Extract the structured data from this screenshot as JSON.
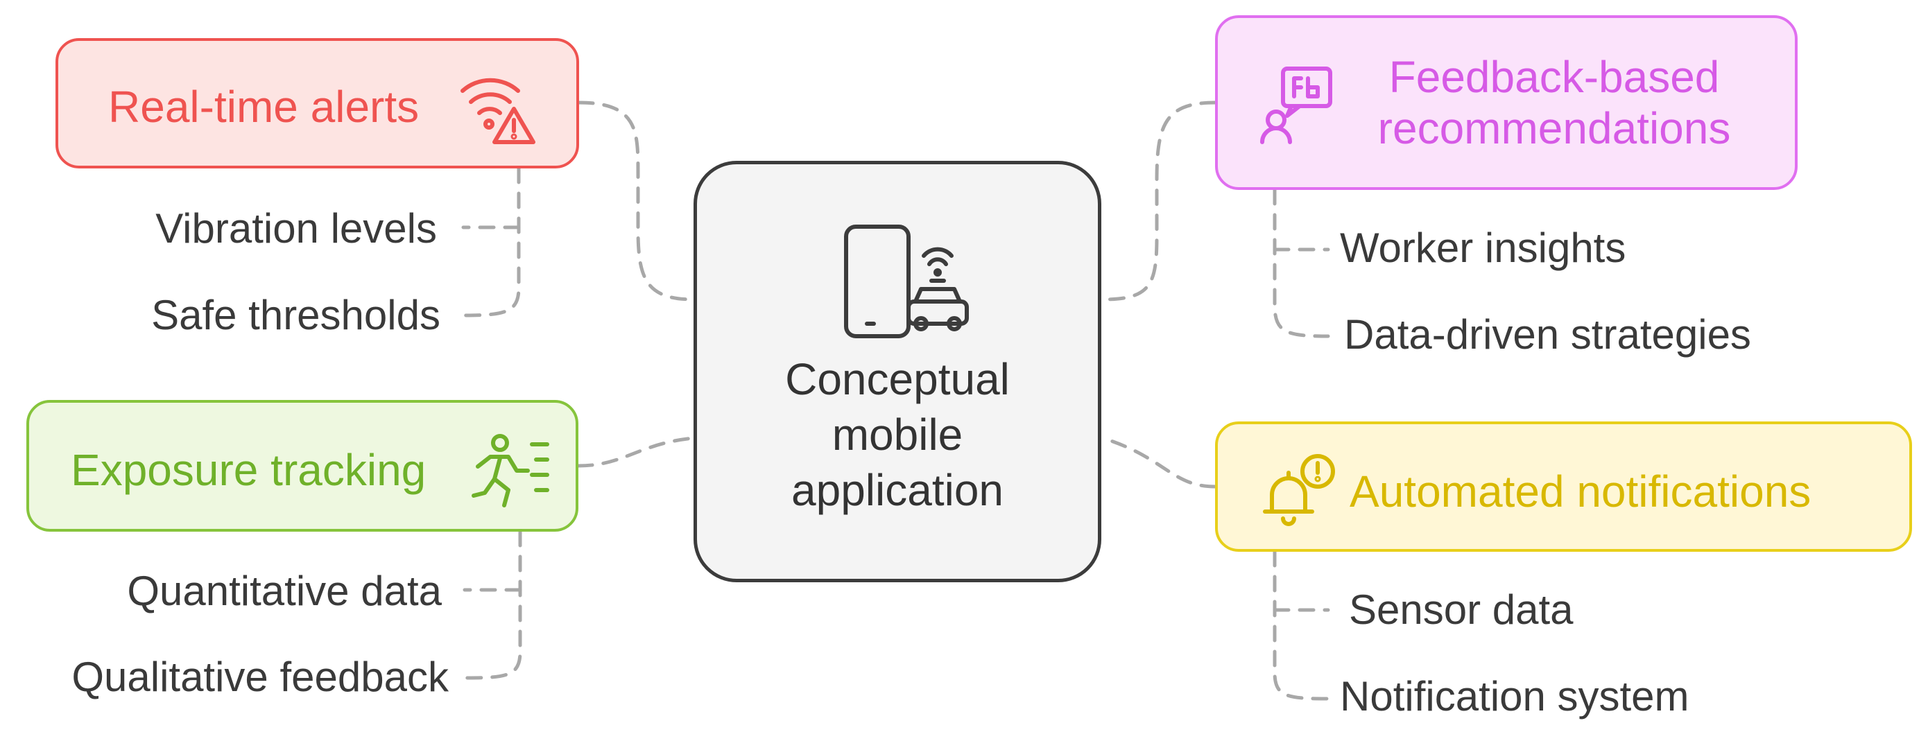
{
  "center": {
    "label": "Conceptual mobile application",
    "icon": "phone-car-signal-icon"
  },
  "nodes": {
    "alerts": {
      "label": "Real-time alerts",
      "icon": "wifi-warning-icon",
      "color": "#ef5350",
      "fill": "#fde4e2",
      "items": [
        "Vibration levels",
        "Safe thresholds"
      ]
    },
    "exposure": {
      "label": "Exposure tracking",
      "icon": "running-person-icon",
      "color": "#86c43c",
      "fill": "#eef8e0",
      "items": [
        "Quantitative data",
        "Qualitative feedback"
      ]
    },
    "feedback": {
      "label": "Feedback-based recommendations",
      "icon": "speech-bubble-person-icon",
      "color": "#e06ff0",
      "fill": "#fbe3fb",
      "items": [
        "Worker insights",
        "Data-driven strategies"
      ]
    },
    "automated": {
      "label": "Automated notifications",
      "icon": "bell-alert-icon",
      "color": "#e8cf1a",
      "fill": "#fff7d6",
      "items": [
        "Sensor data",
        "Notification system"
      ]
    }
  }
}
